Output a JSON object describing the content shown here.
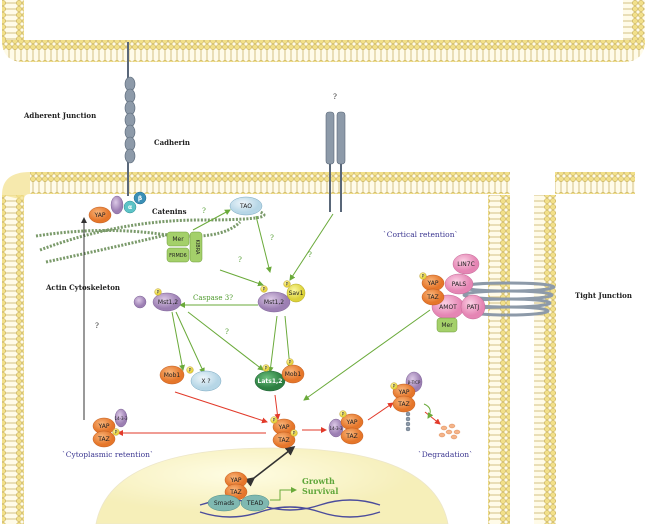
{
  "labels": {
    "adherent_junction": "Adherent Junction",
    "cadherin": "Cadherin",
    "catenins": "Catenins",
    "actin_cytoskeleton": "Actin Cytoskeleton",
    "tight_junction": "Tight Junction",
    "cortical_retention": "`Cortical retention`",
    "cytoplasmic_retention": "`Cytoplasmic retention`",
    "degradation": "`Degradation`",
    "growth": "Growth",
    "survival": "Survival",
    "caspase": "Caspase 3?"
  },
  "question": "?",
  "molecules": {
    "yap": "YAP",
    "taz": "TAZ",
    "alpha": "α",
    "beta": "β",
    "tao": "TAO",
    "mer": "Mer",
    "frmd6": "FRMD6",
    "kibra": "KIBRA",
    "mst12": "Mst1,2",
    "sav1": "Sav1",
    "mob1": "Mob1",
    "x": "X ?",
    "lats12": "Lats1,2",
    "lin7c": "LIN7C",
    "pals": "PALS",
    "amot": "AMOT",
    "patj": "PATJ",
    "fourteen33": "14-3-3",
    "btrcp": "β-TrCP",
    "smads": "Smads",
    "tead": "TEAD",
    "p": "P"
  },
  "colors": {
    "membrane_head": "#f2e08a",
    "yap": "#f08a3c",
    "mst": "#b89cc9",
    "mer": "#a4d06a",
    "sav": "#f2ea50",
    "lats": "#3f9a55",
    "junction": "#f3a5c8",
    "arrow_green": "#6aaa3a",
    "arrow_red": "#e23a2a",
    "nucleus": "#f7f3d6"
  }
}
